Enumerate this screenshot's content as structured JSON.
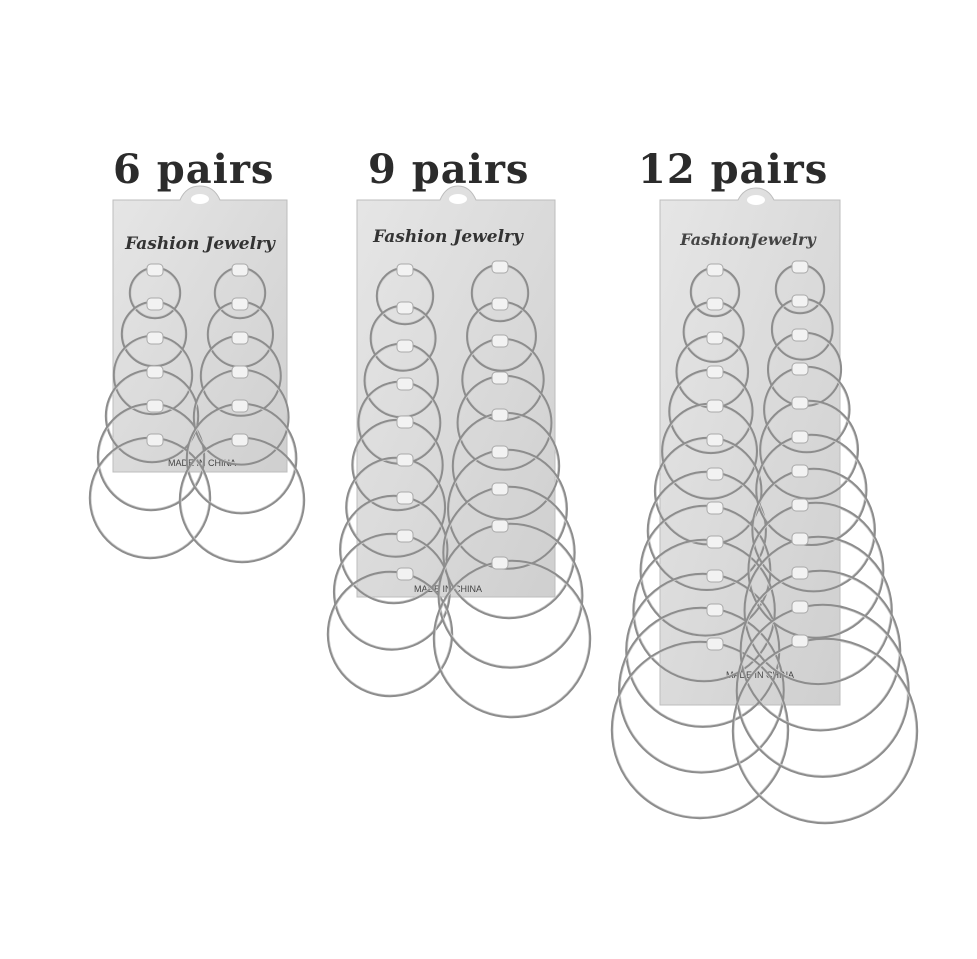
{
  "bundles": [
    {
      "id": "six",
      "label": "6 pairs",
      "card_title": "Fashion Jewelry",
      "card_footer": "MADE IN CHINA",
      "pairs": 6
    },
    {
      "id": "nine",
      "label": "9 pairs",
      "card_title": "Fashion Jewelry",
      "card_footer": "MADE IN CHINA",
      "pairs": 9
    },
    {
      "id": "twelve",
      "label": "12 pairs",
      "card_title": "FashionJewelry",
      "card_footer": "MADE IN CHINA",
      "pairs": 12
    }
  ],
  "colors": {
    "card": "#dcdcdc",
    "hoop": "#8d8d8d",
    "hoop_highlight": "#d0d0d0",
    "label_text": "#2b2b2b"
  }
}
